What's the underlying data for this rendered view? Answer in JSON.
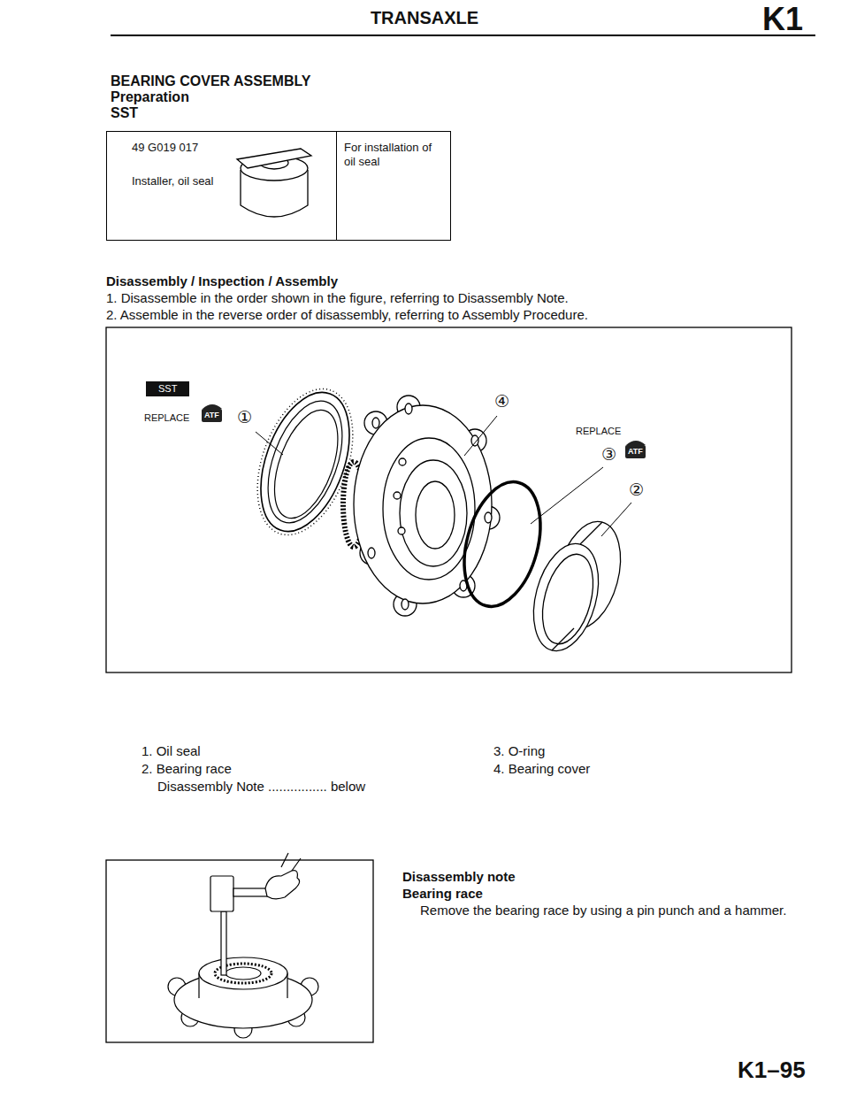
{
  "diagram": {
    "title": "TRANSAXLE",
    "nodes": [
      {
        "text": [
          "49 G019 017",
          "Installer, oil seal"
        ]
      },
      {
        "text": [
          "For installation of oil seal"
        ]
      },
      {
        "text": [
          "SST"
        ]
      },
      {
        "text": [
          "ATF"
        ]
      },
      {
        "text": [
          "ATF"
        ]
      }
    ],
    "labels": [
      "K1",
      "BEARING COVER ASSEMBLY",
      "Preparation",
      "SST",
      "Disassembly / Inspection / Assembly",
      "1. Disassemble in the order shown in the figure, referring to Disassembly Note.",
      "2. Assemble in the reverse order of disassembly, referring to Assembly Procedure.",
      "REPLACE",
      "①",
      "④",
      "REPLACE",
      "③",
      "②",
      "1. Oil seal",
      "2. Bearing race",
      "Disassembly Note ................ below",
      "3. O-ring",
      "4. Bearing cover",
      "Disassembly note",
      "Bearing race",
      "Remove the bearing race by using a pin punch and a hammer.",
      "K1–95"
    ]
  }
}
